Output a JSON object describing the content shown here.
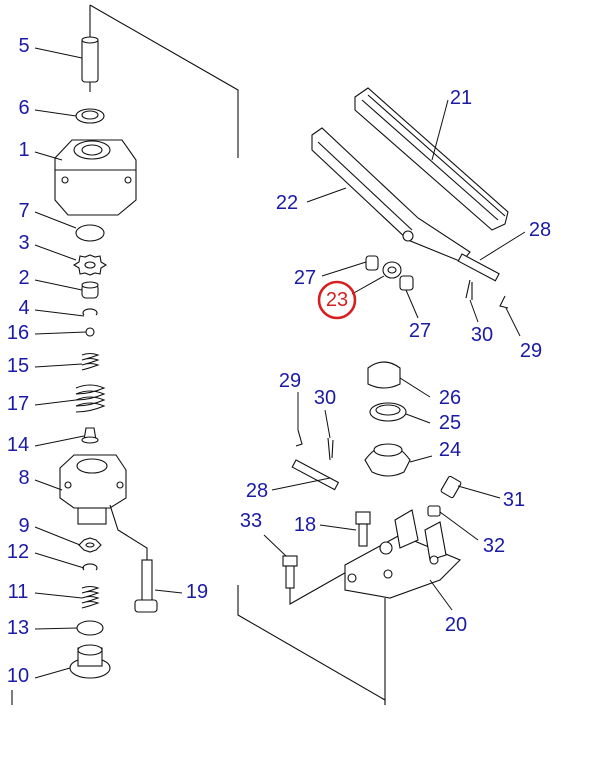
{
  "diagram": {
    "highlight_color": "#d62020",
    "label_color": "#1a1aa6",
    "labels": {
      "l5": "5",
      "l6": "6",
      "l1": "1",
      "l7": "7",
      "l3": "3",
      "l2": "2",
      "l4": "4",
      "l16": "16",
      "l15": "15",
      "l17": "17",
      "l14": "14",
      "l8": "8",
      "l9": "9",
      "l12": "12",
      "l11": "11",
      "l13": "13",
      "l10": "10",
      "l19": "19",
      "l21": "21",
      "l22": "22",
      "l28a": "28",
      "l27a": "27",
      "l23": "23",
      "l27b": "27",
      "l30a": "30",
      "l29a": "29",
      "l29b": "29",
      "l30b": "30",
      "l26": "26",
      "l25": "25",
      "l24": "24",
      "l28b": "28",
      "l31": "31",
      "l33": "33",
      "l18": "18",
      "l32": "32",
      "l20": "20"
    }
  }
}
